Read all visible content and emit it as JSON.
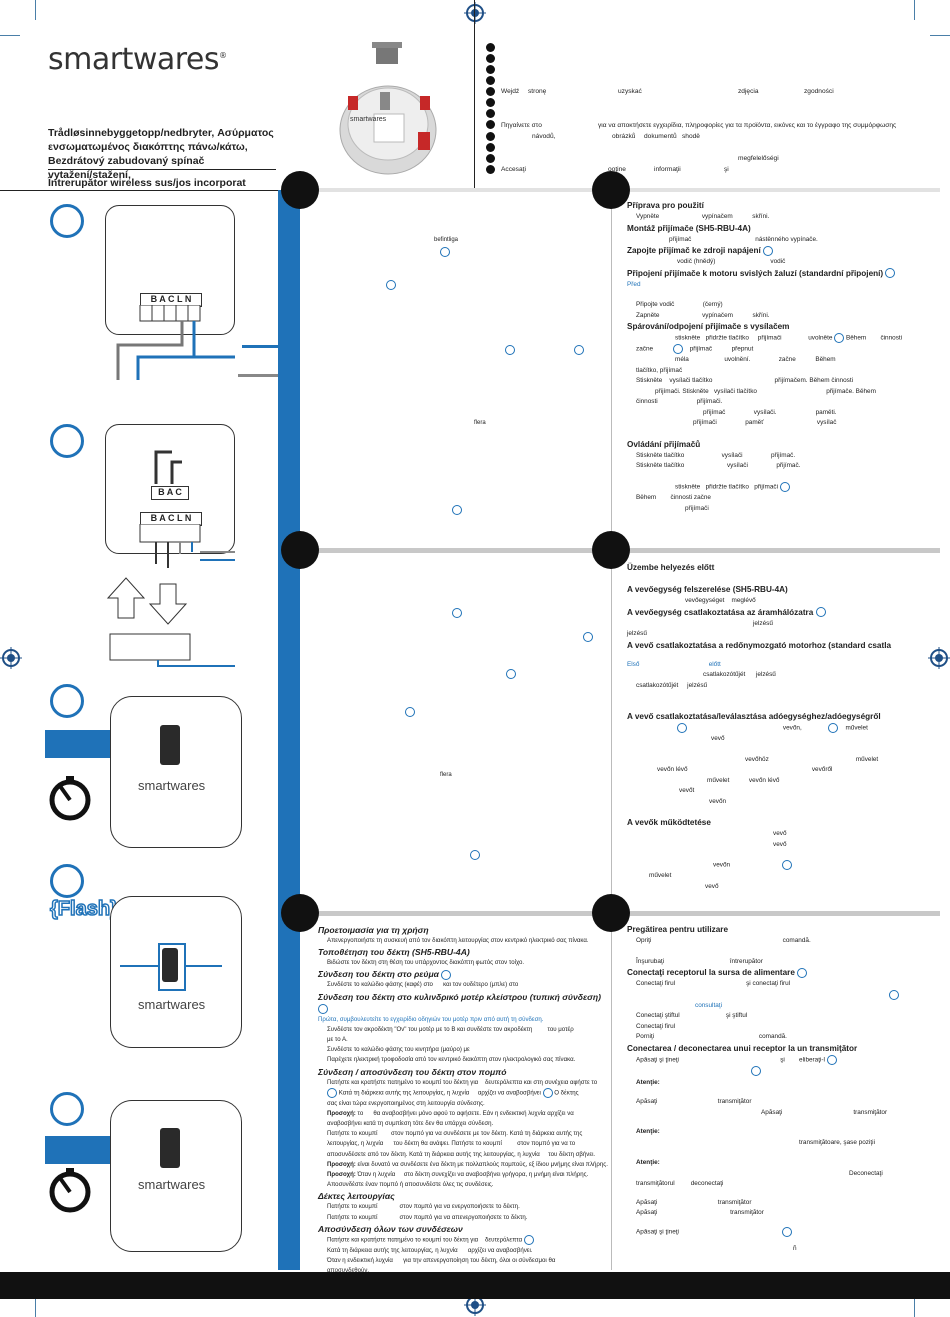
{
  "logo": "smartwares",
  "titles": [
    "Trådløsinnebyggetopp/nedbryter, Ασύρματος",
    "ενσωματωμένος διακόπτης πάνω/κάτω,",
    "Bezdrátový zabudovaný spínač vytažení/stažení,"
  ],
  "title4": "Întrerupător wireless sus/jos incorporat",
  "bullets": [
    {
      "t": []
    },
    {
      "t": []
    },
    {
      "t": []
    },
    {
      "t": []
    },
    {
      "t": [
        "Wejdź",
        "stronę",
        "uzyskać",
        "zdjęcia",
        "zgodności"
      ]
    },
    {
      "t": []
    },
    {
      "t": []
    },
    {
      "t": [
        "Πηγαίνετε στο",
        "για να αποκτήσετε εγχειρίδια, πληροφορίες για τα προϊόντα, εικόνες και το έγγραφο της συμμόρφωσης"
      ]
    },
    {
      "t": [
        "návodů,",
        "obrázků",
        "dokumentů",
        "shodě"
      ]
    },
    {
      "t": []
    },
    {
      "t": [
        "megfelelőségi"
      ]
    },
    {
      "t": [
        "Accesaţi",
        "ooţine",
        "informaţii",
        "şi"
      ]
    }
  ],
  "device_label": "smartwares",
  "terminals": {
    "a": [
      "B",
      "A",
      "C",
      "L",
      "N"
    ],
    "b": [
      "B",
      "A",
      "C"
    ]
  },
  "flash_label": "Flash",
  "left_texts": {
    "befintliga": "befintliga",
    "flera1": "flera",
    "flera2": "flera"
  },
  "cz": {
    "h1": "Příprava pro použití",
    "l1": [
      "Vypněte",
      "vypínačem",
      "skříni."
    ],
    "h2": "Montáž přijímače (SH5-RBU-4A)",
    "l2": [
      "přijímač",
      "nástěnného vypínače."
    ],
    "h3": "Zapojte přijímač ke zdroji napájení",
    "l3": [
      "vodič (hnědý)",
      "vodič"
    ],
    "h4": "Připojení přijímače k motoru svislých žaluzí (standardní připojení)",
    "l4": "Před",
    "l5": [
      "Připojte vodič",
      "(černý)"
    ],
    "l6": [
      "Zapněte",
      "vypínačem",
      "skříni."
    ],
    "h5": "Spárování/odpojení přijímače s vysílačem",
    "l7": [
      "stiskněte",
      "přidržte tlačítko",
      "přijímači",
      "uvolněte",
      "Během",
      "činnosti"
    ],
    "l8": [
      "začne",
      "přijímač",
      "přepnut"
    ],
    "l9": [
      "méla",
      "uvolnění.",
      "začne",
      "Během"
    ],
    "l10": "tlačítko, přijímač",
    "l11": [
      "Stiskněte",
      "vysílači tlačítko",
      "přijímačem. Během činnosti"
    ],
    "l12": [
      "přijímači. Stiskněte",
      "vysílači tlačítko",
      "přijímače. Během"
    ],
    "l13": [
      "činnosti",
      "přijímači."
    ],
    "l14": [
      "přijímač",
      "vysílači.",
      "paměti."
    ],
    "l15": [
      "přijímači",
      "paměť",
      "vysílač"
    ],
    "h6": "Ovládání přijímačů",
    "l16": [
      "Stiskněte tlačítko",
      "vysílači",
      "přijímač."
    ],
    "l17": [
      "Stiskněte tlačítko",
      "vysílači",
      "přijímač."
    ],
    "l18": [
      "stiskněte",
      "přidržte tlačítko",
      "přijímači"
    ],
    "l19": [
      "Během",
      "činnosti začne"
    ],
    "l20": "přijímači"
  },
  "hu": {
    "h1": "Üzembe helyezés előtt",
    "h2": "A vevőegység felszerelése (SH5-RBU-4A)",
    "l1": [
      "vevőegységet",
      "meglévő"
    ],
    "h3": "A vevőegység csatlakoztatása az áramhálózatra",
    "l2": "jelzésű",
    "l3": "jelzésű",
    "h4": "A vevő csatlakoztatása a redőnymozgató motorhoz (standard csatla",
    "l4": [
      "Első",
      "előtt"
    ],
    "l5": [
      "csatlakozótűjét",
      "jelzésű"
    ],
    "l6": [
      "csatlakozótűjét",
      "jelzésű"
    ],
    "h5": "A vevő csatlakoztatása/leválasztása adóegységhez/adóegységről",
    "l7": [
      "vevőn,",
      "művelet"
    ],
    "l8": "vevő",
    "l9": [
      "vevőhöz",
      "művelet"
    ],
    "l10": [
      "vevőn lévő",
      "vevőről"
    ],
    "l11": [
      "művelet",
      "vevőn lévő"
    ],
    "l12": "vevőt",
    "l13": "vevőn",
    "h6": "A vevők működtetése",
    "l14": "vevő",
    "l15": "vevő",
    "l16": "vevőn",
    "l17": "művelet",
    "l18": "vevő"
  },
  "gr": {
    "h1": "Προετοιμασία για τη χρήση",
    "l1": "Απενεργοποιήστε τη συσκευή από τον διακόπτη λειτουργίας στον κεντρικό ηλεκτρικό σας πίνακα.",
    "h2": "Τοποθέτηση του δέκτη (SH5-RBU-4A)",
    "l2": "Βιδώστε τον δέκτη στη θέση του υπάρχοντος διακόπτη φωτός στον τοίχο.",
    "h3": "Σύνδεση του δέκτη στο ρεύμα",
    "l3": [
      "Συνδέστε το καλώδιο φάσης (καφέ) στο",
      "και τον ουδέτερο (μπλε) στο"
    ],
    "h4": "Σύνδεση του δέκτη στο κυλινδρικό μοτέρ κλείστρου (τυπική σύνδεση)",
    "l4": "Πρώτα, συμβουλευτείτε το εγχειρίδιο οδηγιών του μοτέρ πριν από αυτή τη σύνδεση.",
    "l5": [
      "Συνδέστε τον ακροδέκτη \"Ον\" του μοτέρ με το Β και συνδέστε τον ακροδέκτη",
      "του μοτέρ"
    ],
    "l5b": "με το Α.",
    "l6": "Συνδέστε το καλώδιο φάσης του κινητήρα (μαύρο) με",
    "l7": "Παρέχετε ηλεκτρική τροφοδοσία από τον κεντρικό διακόπτη στον ηλεκτρολογικό σας πίνακα.",
    "h5": "Σύνδεση / αποσύνδεση του δέκτη στον πομπό",
    "l8": [
      "Πατήστε και κρατήστε πατημένο το κουμπί του δέκτη για",
      "δευτερόλεπτα και στη συνέχεια αφήστε το"
    ],
    "l9": [
      "Κατά τη διάρκεια αυτής της λειτουργίας, η λυχνία",
      "αρχίζει να αναβοσβήνει",
      "Ο δέκτης"
    ],
    "l10": "σας είναι τώρα ενεργοποιημένος στη λειτουργία σύνδεσης.",
    "l11": [
      "Προσοχή:",
      "θα αναβοσβήνει μόνο αφού το αφήσετε. Εάν η ενδεικτική λυχνία αρχίζει να"
    ],
    "l12": "αναβοσβήνει κατά τη συμπίεση τότε δεν θα υπάρχει σύνδεση.",
    "l13": [
      "Πατήστε το κουμπί",
      "στον πομπό για να συνδέσετε με τον δέκτη. Κατά τη διάρκεια αυτής της"
    ],
    "l14": [
      "λειτουργίας, η λυχνία",
      "του δέκτη θα ανάψει. Πατήστε το κουμπί",
      "στον πομπό για να το"
    ],
    "l15": [
      "αποσυνδέσετε από τον δέκτη. Κατά τη διάρκεια αυτής της λειτουργίας, η λυχνία",
      "του δέκτη σβήνει."
    ],
    "l16": [
      "Προσοχή:",
      "είναι δυνατό να συνδέσετε ένα δέκτη με πολλαπλούς πομπούς, εξ ίδιου μνήμης είναι πλήρης."
    ],
    "l17": [
      "Προσοχή:",
      "Όταν η λυχνία",
      "στο δέκτη συνεχίζει να αναβοσβήνει γρήγορα, η μνήμη είναι πλήρης."
    ],
    "l18": "Αποσυνδέστε έναν πομπό ή αποσυνδέστε όλες τις συνδέσεις.",
    "h6": "Δέκτες λειτουργίας",
    "l19": [
      "Πατήστε το κουμπί",
      "στον πομπό για να ενεργοποιήσετε το δέκτη."
    ],
    "l20": [
      "Πατήστε το κουμπί",
      "στον πομπό για να απενεργοποιήσετε το δέκτη."
    ],
    "h7": "Αποσύνδεση όλων των συνδέσεων",
    "l21": [
      "Πατήστε και κρατήστε πατημένο το κουμπί του δέκτη για",
      "δευτερόλεπτα"
    ],
    "l22": [
      "Κατά τη διάρκεια αυτής της λειτουργίας, η λυχνία",
      "αρχίζει να αναβοσβήνει."
    ],
    "l23": [
      "Όταν η ενδεικτική λυχνία",
      "για την απενεργοποίηση του δέκτη, όλοι οι σύνδεσμοι θα"
    ],
    "l24": "αποσυνδεθούν."
  },
  "ro": {
    "h1": "Pregătirea pentru utilizare",
    "l1": [
      "Opriţi",
      "comandă."
    ],
    "l2": [
      "Înşurubaţi",
      "întrerupător"
    ],
    "h2": "Conectaţi receptorul la sursa de alimentare",
    "l3": [
      "Conectaţi firul",
      "şi conectaţi firul"
    ],
    "l4": "consultaţi",
    "l5": [
      "Conectaţi ştiftul",
      "şi ştiftul"
    ],
    "l6": "Conectaţi firul",
    "l7": [
      "Porniţi",
      "comandă."
    ],
    "h3": "Conectarea / deconectarea unui receptor la un transmiţător",
    "l8": [
      "Apăsaţi şi ţineţi",
      "şi",
      "eliberaţi-l"
    ],
    "l9": "Atenţie:",
    "l10": [
      "Apăsaţi",
      "transmiţător"
    ],
    "l11": [
      "Apăsaţi",
      "transmiţător"
    ],
    "l12": "Atenţie:",
    "l13": "transmiţătoare, şase poziţii",
    "l14": "Atenţie:",
    "l15": "Deconectaţi",
    "l16": [
      "transmiţătorul",
      "deconectaţi"
    ],
    "l17": [
      "Apăsaţi",
      "transmiţător"
    ],
    "l18": [
      "Apăsaţi",
      "transmiţător"
    ],
    "l19": "Apăsaţi şi ţineţi",
    "l20": "ñ"
  }
}
